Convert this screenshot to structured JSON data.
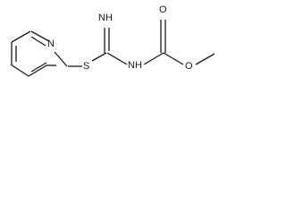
{
  "atoms": {
    "pyridine_n": "N",
    "sulfur": "S",
    "imine_nh": "NH",
    "amide_nh": "NH",
    "ester_o": "O",
    "carbonyl_o": "O"
  }
}
